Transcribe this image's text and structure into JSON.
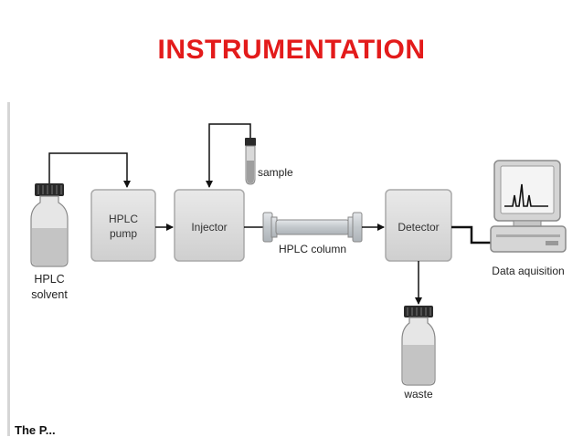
{
  "title": "INSTRUMENTATION",
  "colors": {
    "title": "#e31b1b",
    "box_fill": "#dcdcdc",
    "box_stroke": "#a9a9a9",
    "line": "#111111",
    "bottle_cap": "#2a2a2a",
    "bottle_fill": "#cfcfcf",
    "liquid": "#bdbdbd",
    "column_fill": "#cfd3d6",
    "monitor_screen": "#f4f4f4",
    "peaks": "#111111"
  },
  "diagram": {
    "solvent_label_line1": "HPLC",
    "solvent_label_line2": "solvent",
    "pump_label_line1": "HPLC",
    "pump_label_line2": "pump",
    "injector_label": "Injector",
    "sample_label": "sample",
    "column_label": "HPLC column",
    "detector_label": "Detector",
    "waste_label": "waste",
    "data_label": "Data aquisition"
  },
  "footer_fragment": "The P..."
}
